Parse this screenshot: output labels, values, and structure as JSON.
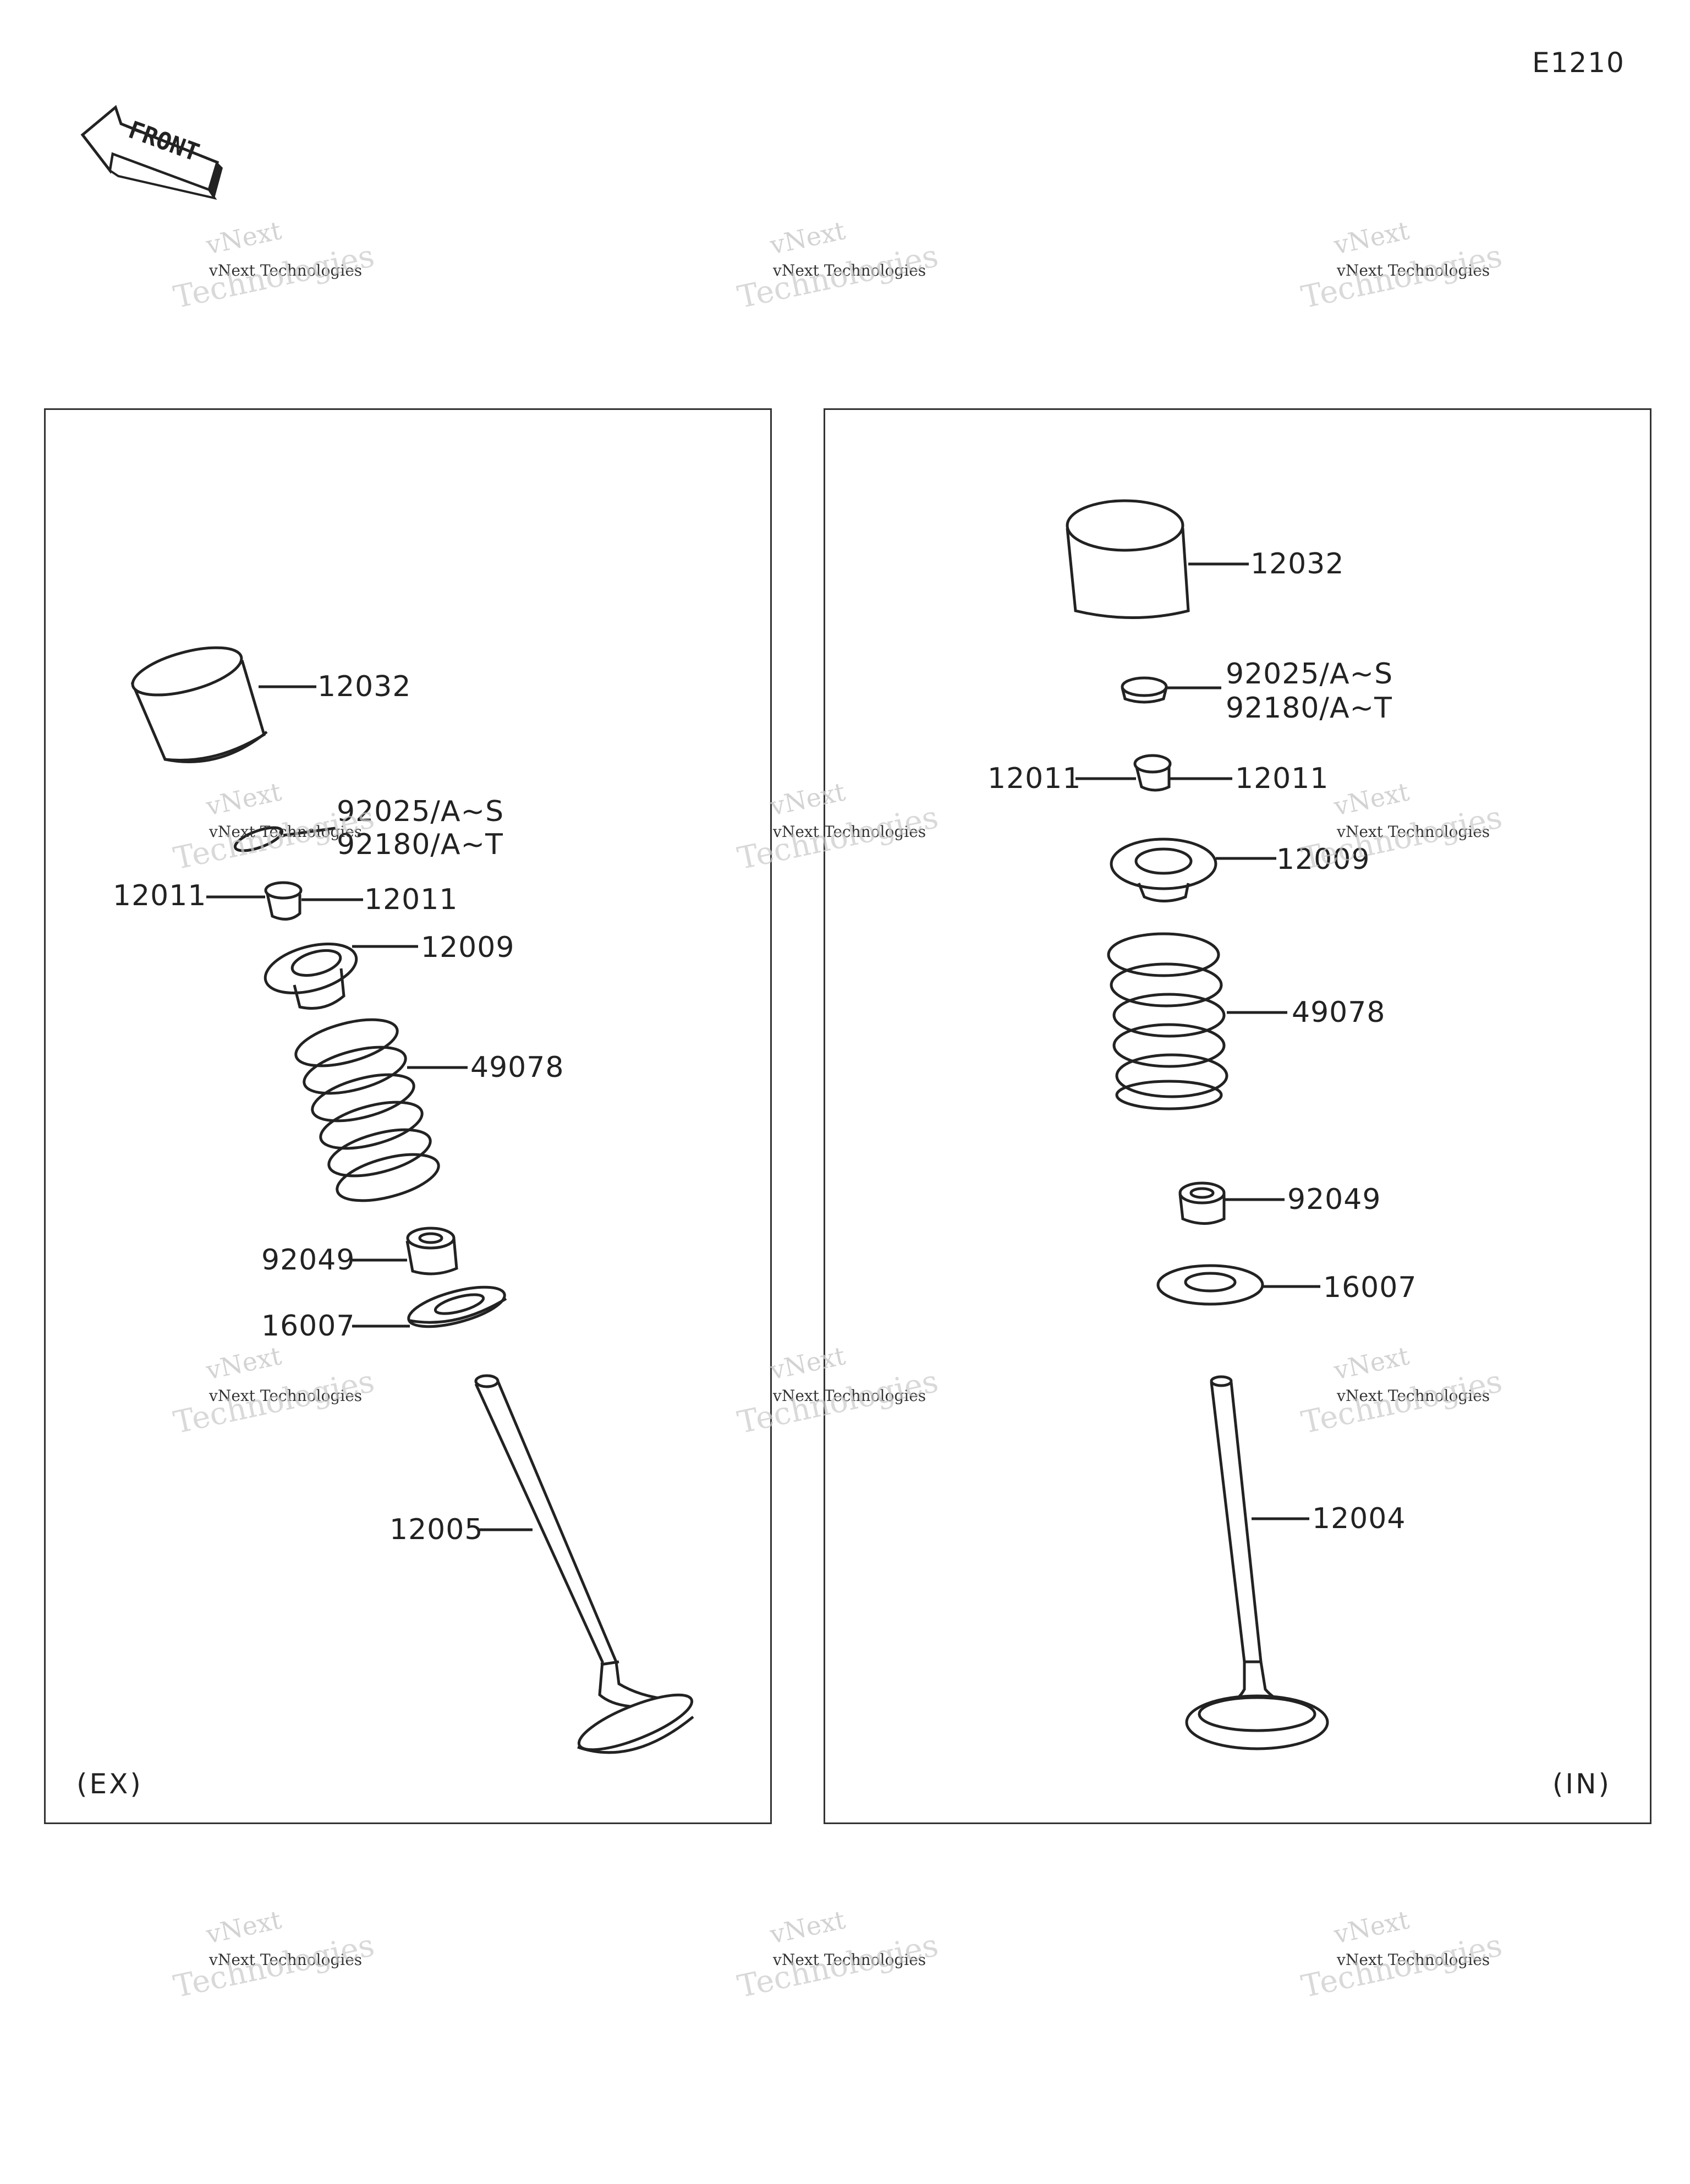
{
  "diagram_code": "E1210",
  "front_label": "FRONT",
  "watermark": {
    "line1": "vNext",
    "line2": "vNext Technologies",
    "line3": "Technologies"
  },
  "panels": {
    "ex": {
      "tag": "(EX)"
    },
    "in": {
      "tag": "(IN)"
    }
  },
  "parts": {
    "tappet": "12032",
    "shim_a": "92025/A~S",
    "shim_b": "92180/A~T",
    "cotter": "12011",
    "retainer": "12009",
    "spring": "49078",
    "stem_seal": "92049",
    "spring_seat": "16007",
    "exhaust_valve": "12005",
    "intake_valve": "12004"
  }
}
